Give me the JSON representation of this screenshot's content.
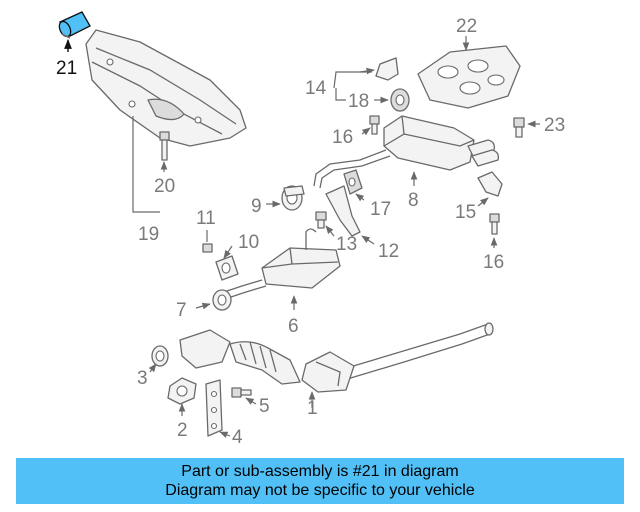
{
  "diagram": {
    "highlighted_part": "21",
    "highlight_color": "#50c0f6",
    "callouts": {
      "c1": "1",
      "c2": "2",
      "c3": "3",
      "c4": "4",
      "c5": "5",
      "c6": "6",
      "c7": "7",
      "c8": "8",
      "c9": "9",
      "c10": "10",
      "c11": "11",
      "c12": "12",
      "c13": "13",
      "c14": "14",
      "c15": "15",
      "c16a": "16",
      "c16b": "16",
      "c17": "17",
      "c18": "18",
      "c19": "19",
      "c20": "20",
      "c21": "21",
      "c22": "22",
      "c23": "23"
    }
  },
  "banner": {
    "line1": "Part or sub-assembly is #21 in diagram",
    "line2": "Diagram may not be specific to your vehicle",
    "background": "#50c0f6"
  }
}
